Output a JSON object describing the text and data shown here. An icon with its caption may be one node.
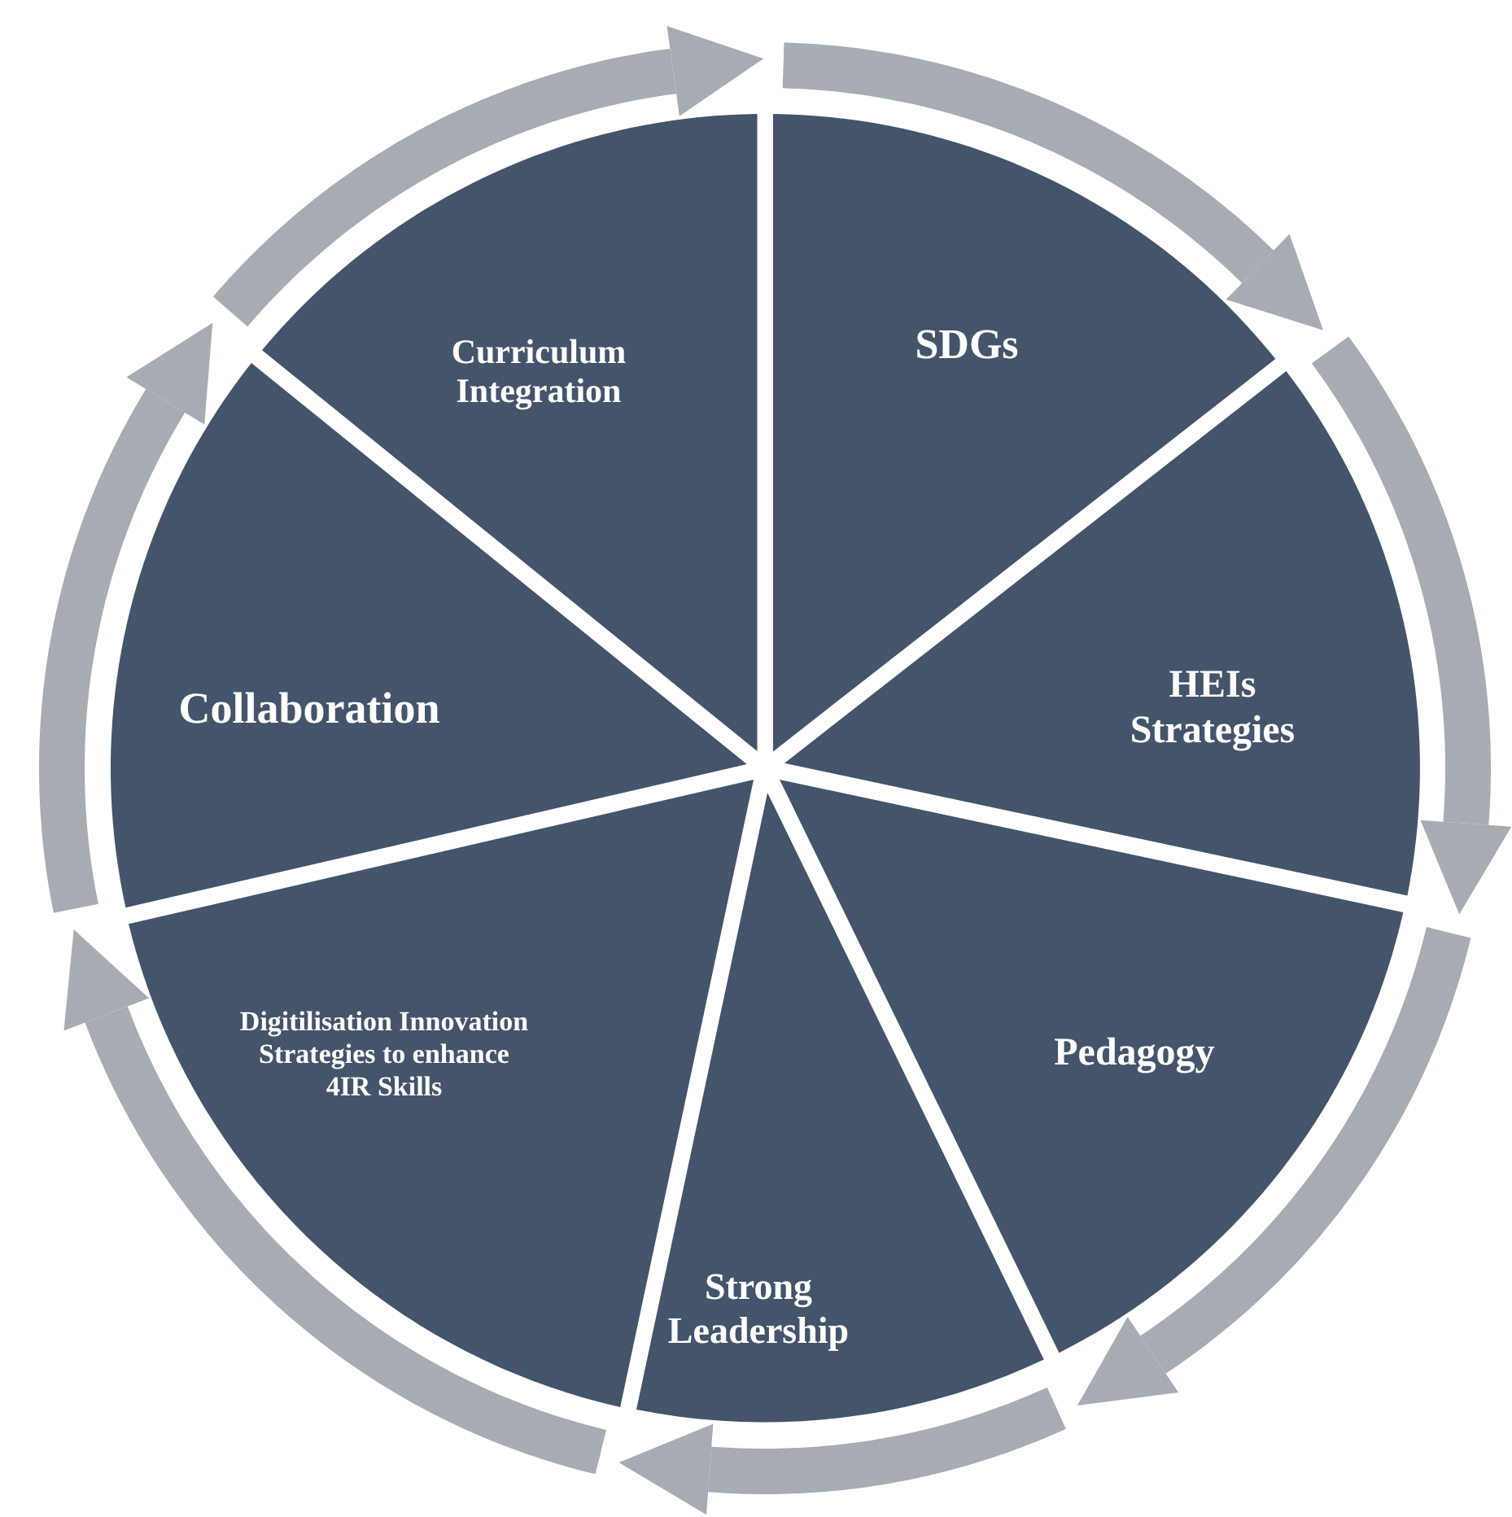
{
  "diagram": {
    "nodes": [
      {
        "text": [
          "Curriculum Integration"
        ]
      },
      {
        "text": [
          "SDGs"
        ]
      },
      {
        "text": [
          "HEIs Strategies"
        ]
      },
      {
        "text": [
          "Pedagogy"
        ]
      },
      {
        "text": [
          "Strong Leadership"
        ]
      },
      {
        "text": [
          "Digitilisation Innovation Strategies to enhance 4IR Skills"
        ]
      },
      {
        "text": [
          "Collaboration"
        ]
      }
    ]
  }
}
